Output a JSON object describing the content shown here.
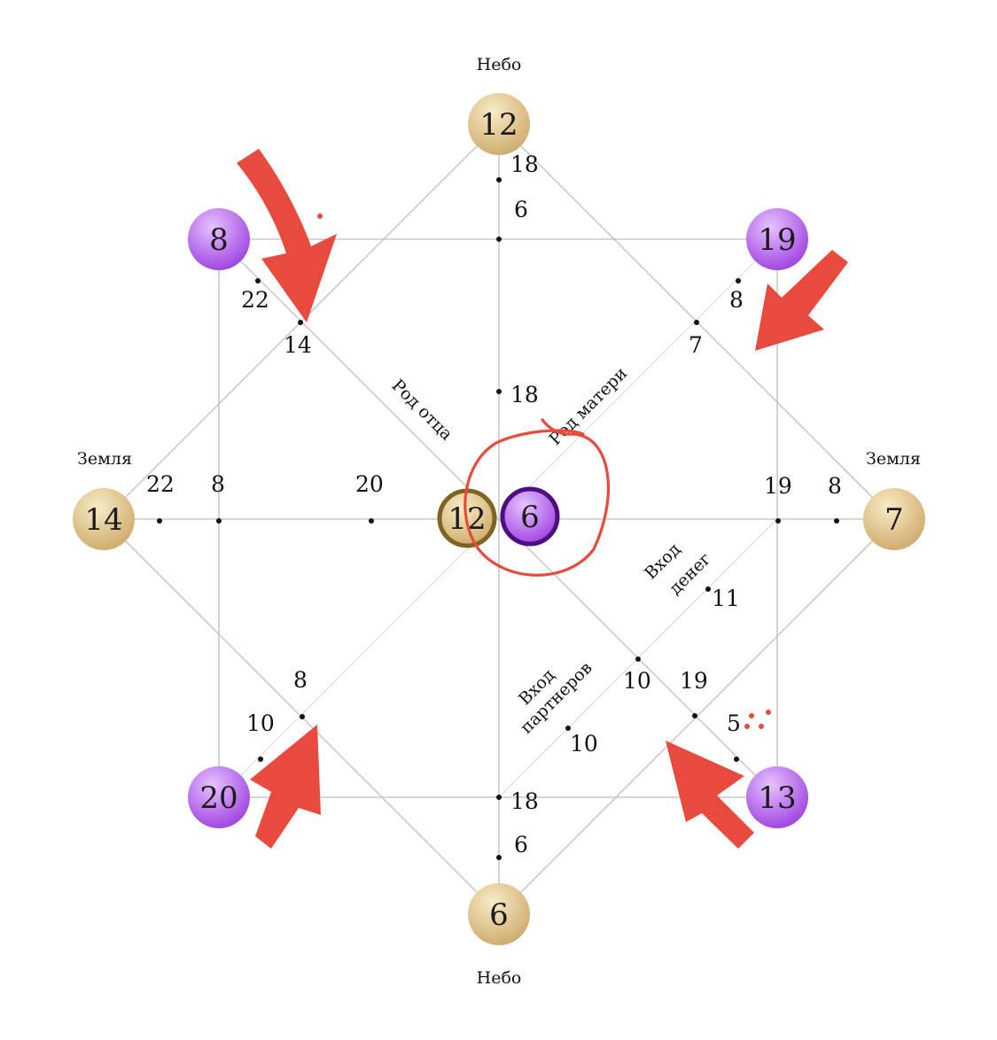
{
  "captions": {
    "top": "Небо",
    "bottom": "Небо",
    "left": "Земля",
    "right": "Земля",
    "father_line": "Род отца",
    "mother_line": "Род матери",
    "money_1": "Вход",
    "money_2": "денег",
    "partners_1": "Вход",
    "partners_2": "партнеров"
  },
  "nodes": {
    "top": "12",
    "bottom": "6",
    "left": "14",
    "right": "7",
    "top_left": "8",
    "top_right": "19",
    "bottom_left": "20",
    "bottom_right": "13",
    "center_left": "12",
    "center_right": "6"
  },
  "numbers": {
    "top_axis_1": "18",
    "top_axis_2": "6",
    "center_upper": "18",
    "tl_diag_1": "22",
    "tl_diag_2": "14",
    "tr_diag_1": "8",
    "tr_diag_2": "7",
    "left_axis_1": "22",
    "left_axis_2": "8",
    "left_axis_3": "20",
    "right_axis_1": "19",
    "right_axis_2": "8",
    "money_value": "11",
    "br_inner_1": "10",
    "br_inner_2": "19",
    "br_inner_3": "5",
    "partners_value": "10",
    "bl_diag_1": "8",
    "bl_diag_2": "10",
    "bottom_axis_1": "18",
    "bottom_axis_2": "6"
  },
  "colors": {
    "gold_light": "#f8ecc6",
    "gold_dark": "#cda96a",
    "purple_light": "#e6c2ff",
    "purple_dark": "#9d3fe0",
    "center_gold_ring": "#7d6420",
    "center_purple_ring": "#4c0f80",
    "annotation_red": "#e84a3d"
  }
}
